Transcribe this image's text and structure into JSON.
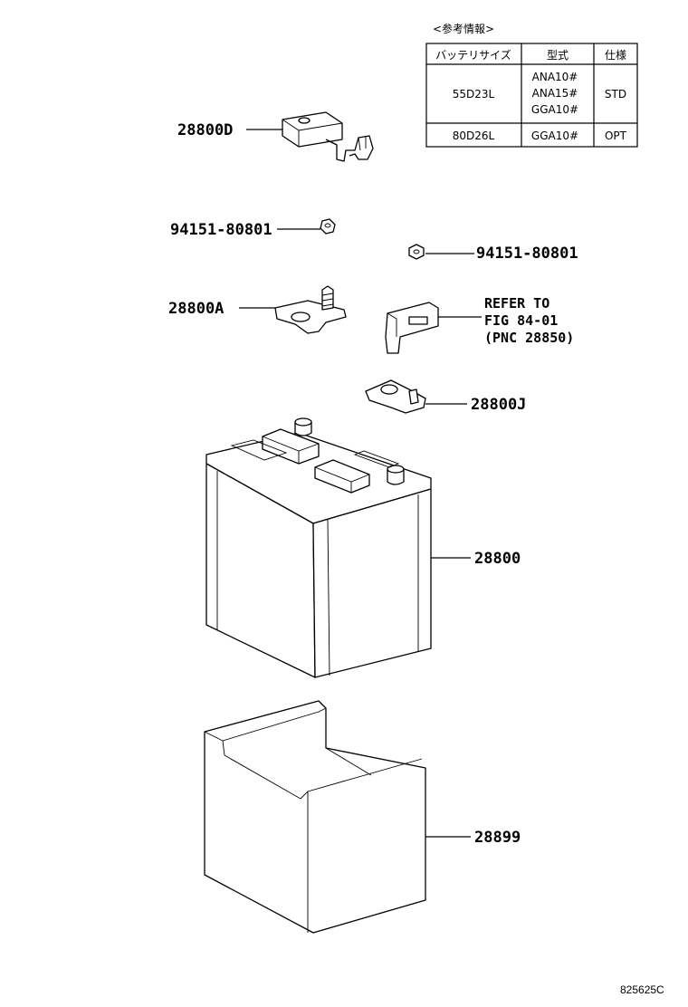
{
  "reference_info": {
    "title": "<参考情報>",
    "headers": [
      "バッテリサイズ",
      "型式",
      "仕様"
    ],
    "rows": [
      {
        "size": "55D23L",
        "models": [
          "ANA10#",
          "ANA15#",
          "GGA10#"
        ],
        "spec": "STD"
      },
      {
        "size": "80D26L",
        "models": [
          "GGA10#"
        ],
        "spec": "OPT"
      }
    ]
  },
  "parts": {
    "cover": "28800D",
    "nut_left": "94151-80801",
    "nut_right": "94151-80801",
    "terminal_a": "28800A",
    "terminal_j": "28800J",
    "battery": "28800",
    "tray": "28899"
  },
  "refer_note": {
    "line1": "REFER TO",
    "line2": "FIG 84-01",
    "line3": "(PNC 28850)"
  },
  "diagram_id": "825625C"
}
